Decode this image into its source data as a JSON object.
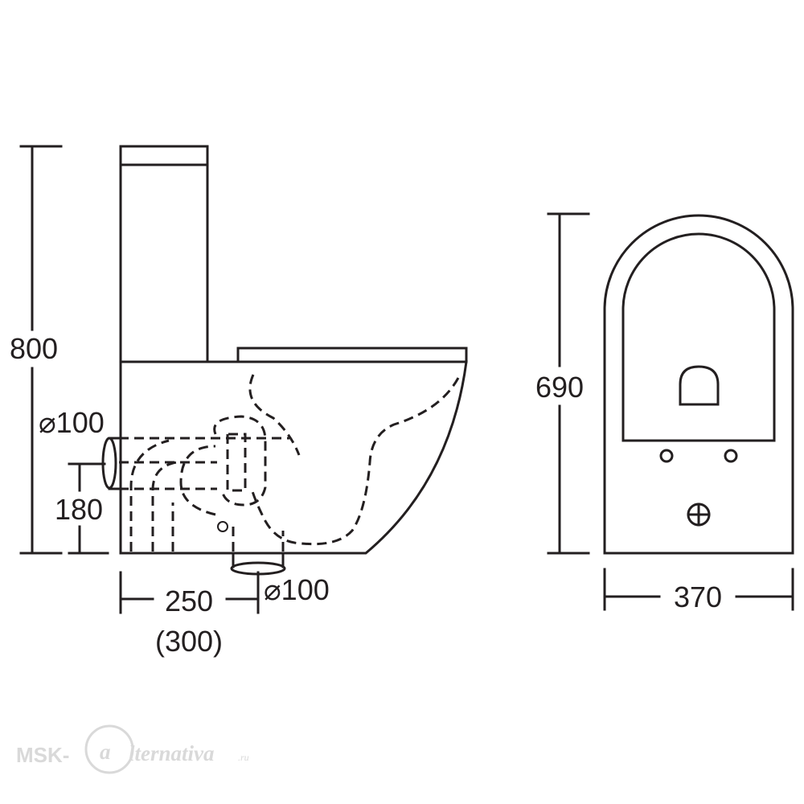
{
  "side_view": {
    "dimensions": {
      "total_height": "800",
      "inlet_diameter": "⌀100",
      "inlet_height": "180",
      "outlet_offset": "250",
      "outlet_offset_alt": "(300)",
      "outlet_diameter": "⌀100"
    }
  },
  "front_view": {
    "dimensions": {
      "bowl_depth": "690",
      "bowl_width": "370"
    }
  },
  "watermark": {
    "prefix": "MSK-",
    "mark": "a",
    "suffix": "lternativa",
    "tld": ".ru"
  },
  "colors": {
    "line": "#231f20",
    "watermark": "#d9d9d9",
    "background": "#ffffff"
  }
}
